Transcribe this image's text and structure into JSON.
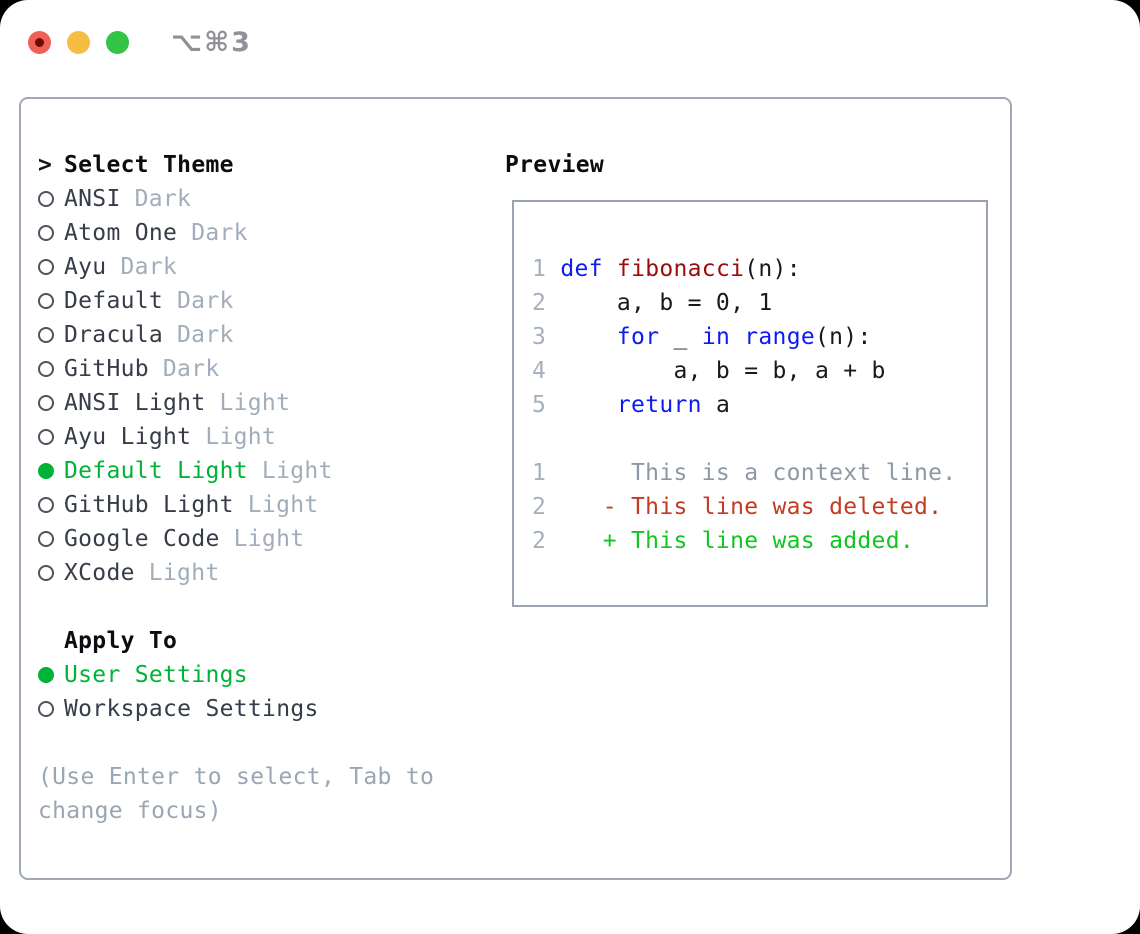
{
  "window": {
    "shortcut_label": "⌥⌘3"
  },
  "colors": {
    "accent_green": "#00b336",
    "keyword_blue": "#0d1bef",
    "function_red": "#9b0c0c",
    "diff_added_green": "#11c523",
    "diff_deleted_red": "#c23b22",
    "muted_gray": "#a2adbb",
    "traffic_red": "#f26055",
    "traffic_yellow": "#f5bd42",
    "traffic_green": "#32c347"
  },
  "theme_menu": {
    "prompt": ">",
    "title": "Select Theme",
    "items": [
      {
        "name": "ANSI",
        "tag": "Dark",
        "selected": false
      },
      {
        "name": "Atom One",
        "tag": "Dark",
        "selected": false
      },
      {
        "name": "Ayu",
        "tag": "Dark",
        "selected": false
      },
      {
        "name": "Default",
        "tag": "Dark",
        "selected": false
      },
      {
        "name": "Dracula",
        "tag": "Dark",
        "selected": false
      },
      {
        "name": "GitHub",
        "tag": "Dark",
        "selected": false
      },
      {
        "name": "ANSI Light",
        "tag": "Light",
        "selected": false
      },
      {
        "name": "Ayu Light",
        "tag": "Light",
        "selected": false
      },
      {
        "name": "Default Light",
        "tag": "Light",
        "selected": true
      },
      {
        "name": "GitHub Light",
        "tag": "Light",
        "selected": false
      },
      {
        "name": "Google Code",
        "tag": "Light",
        "selected": false
      },
      {
        "name": "XCode",
        "tag": "Light",
        "selected": false
      }
    ]
  },
  "apply_to": {
    "title": "Apply To",
    "options": [
      {
        "label": "User Settings",
        "selected": true
      },
      {
        "label": "Workspace Settings",
        "selected": false
      }
    ]
  },
  "help": {
    "line1": "(Use Enter to select, Tab to",
    "line2": "change focus)"
  },
  "preview": {
    "title": "Preview",
    "code": [
      {
        "num": "1",
        "segs": [
          " ",
          "def",
          " ",
          "fibonacci",
          "(n):"
        ]
      },
      {
        "num": "2",
        "segs": [
          "     a, b = 0, 1"
        ]
      },
      {
        "num": "3",
        "segs": [
          "     ",
          "for",
          " _ ",
          "in",
          " ",
          "range",
          "(n):"
        ]
      },
      {
        "num": "4",
        "segs": [
          "         a, b = b, a + b"
        ]
      },
      {
        "num": "5",
        "segs": [
          "     ",
          "return",
          " a"
        ]
      },
      {
        "num": "",
        "segs": [
          ""
        ]
      },
      {
        "num": "1",
        "segs": [
          "      This is a context line."
        ]
      },
      {
        "num": "2",
        "segs": [
          "    - This line was deleted."
        ]
      },
      {
        "num": "2",
        "segs": [
          "    + This line was added."
        ]
      }
    ]
  }
}
